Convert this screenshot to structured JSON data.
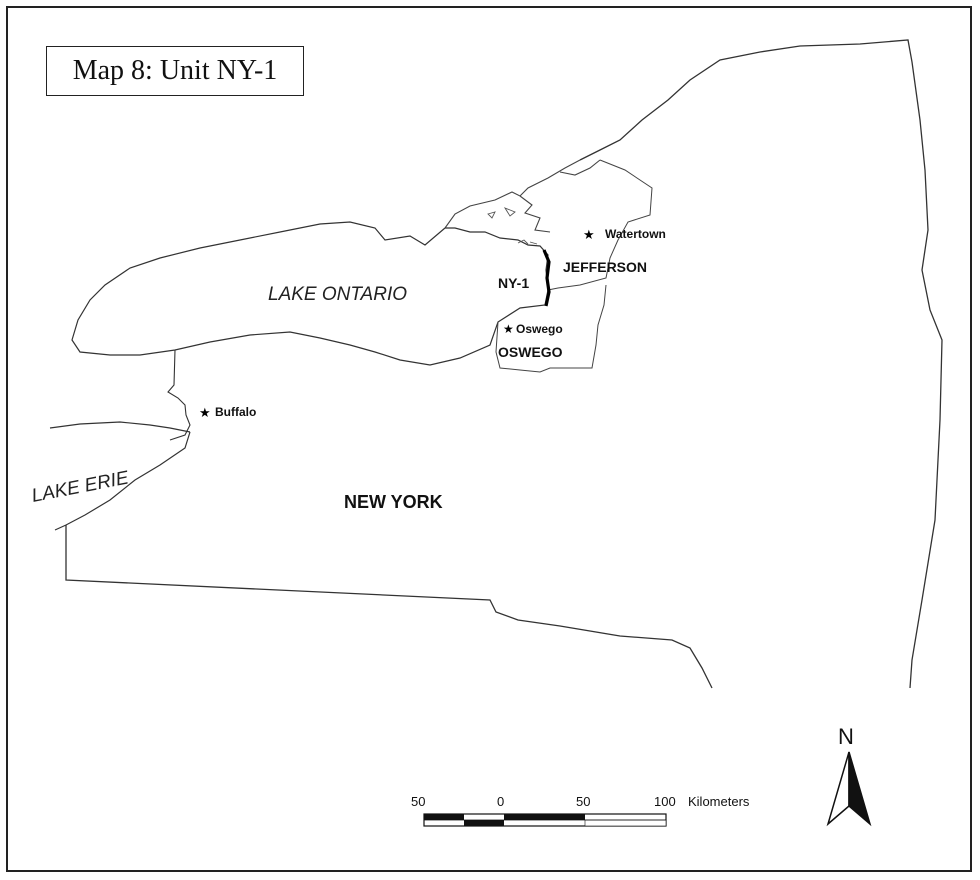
{
  "map": {
    "title": "Map 8: Unit NY-1",
    "lakes": {
      "ontario": "LAKE ONTARIO",
      "erie": "LAKE ERIE"
    },
    "state": "NEW YORK",
    "unit": "NY-1",
    "counties": {
      "jefferson": "JEFFERSON",
      "oswego": "OSWEGO"
    },
    "cities": {
      "watertown": "Watertown",
      "oswego": "Oswego",
      "buffalo": "Buffalo"
    },
    "scale_bar": {
      "tick_labels": [
        "50",
        "0",
        "50",
        "100"
      ],
      "units": "Kilometers"
    },
    "north_arrow": {
      "label": "N"
    }
  }
}
